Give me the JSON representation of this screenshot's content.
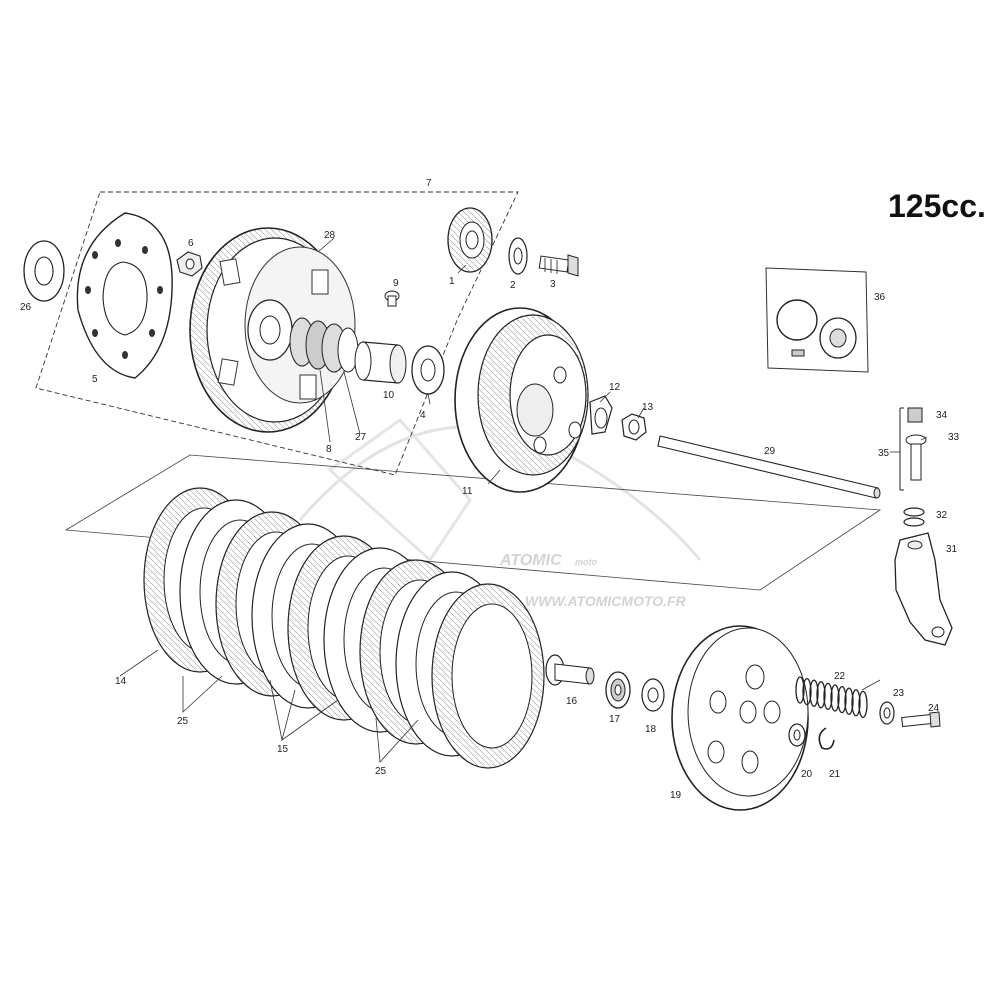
{
  "title": "125cc.",
  "watermark": {
    "brand": "ATOMIC",
    "tag": "moto",
    "url": "WWW.ATOMICMOTO.FR"
  },
  "callouts": [
    {
      "id": "c1",
      "text": "1"
    },
    {
      "id": "c2",
      "text": "2"
    },
    {
      "id": "c3",
      "text": "3"
    },
    {
      "id": "c4",
      "text": "4"
    },
    {
      "id": "c5",
      "text": "5"
    },
    {
      "id": "c6",
      "text": "6"
    },
    {
      "id": "c7",
      "text": "7"
    },
    {
      "id": "c8",
      "text": "8"
    },
    {
      "id": "c9",
      "text": "9"
    },
    {
      "id": "c10",
      "text": "10"
    },
    {
      "id": "c11",
      "text": "11"
    },
    {
      "id": "c12",
      "text": "12"
    },
    {
      "id": "c13",
      "text": "13"
    },
    {
      "id": "c14",
      "text": "14"
    },
    {
      "id": "c15",
      "text": "15"
    },
    {
      "id": "c16",
      "text": "16"
    },
    {
      "id": "c17",
      "text": "17"
    },
    {
      "id": "c18",
      "text": "18"
    },
    {
      "id": "c19",
      "text": "19"
    },
    {
      "id": "c20",
      "text": "20"
    },
    {
      "id": "c21",
      "text": "21"
    },
    {
      "id": "c22",
      "text": "22"
    },
    {
      "id": "c23",
      "text": "23"
    },
    {
      "id": "c24",
      "text": "24"
    },
    {
      "id": "c25a",
      "text": "25"
    },
    {
      "id": "c25b",
      "text": "25"
    },
    {
      "id": "c26",
      "text": "26"
    },
    {
      "id": "c27",
      "text": "27"
    },
    {
      "id": "c28",
      "text": "28"
    },
    {
      "id": "c29",
      "text": "29"
    },
    {
      "id": "c31",
      "text": "31"
    },
    {
      "id": "c32",
      "text": "32"
    },
    {
      "id": "c33",
      "text": "33"
    },
    {
      "id": "c34",
      "text": "34"
    },
    {
      "id": "c35",
      "text": "35"
    },
    {
      "id": "c36",
      "text": "36"
    }
  ]
}
